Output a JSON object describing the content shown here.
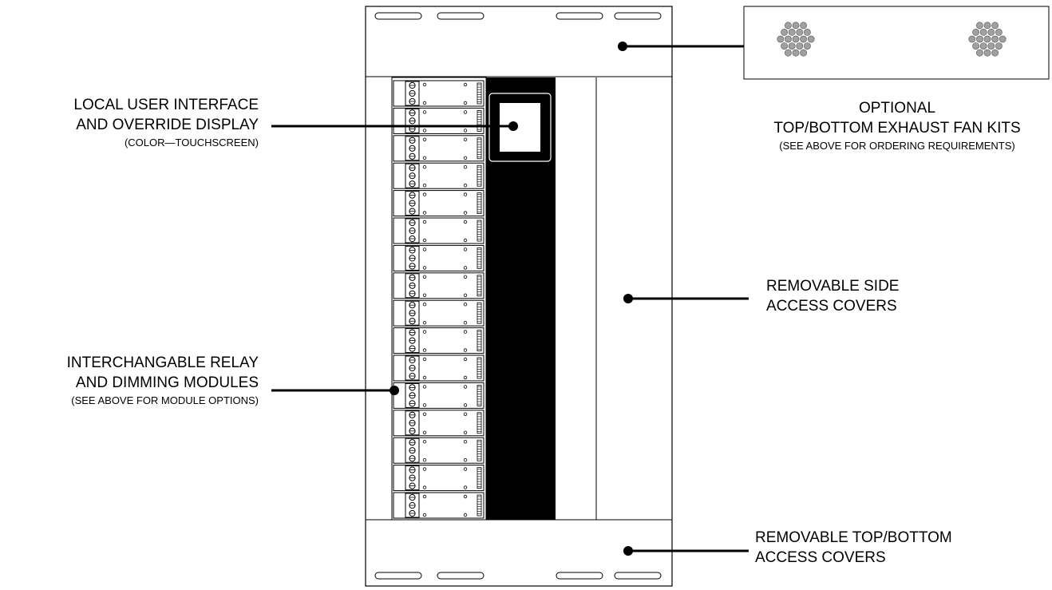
{
  "labels": {
    "local_ui": {
      "line1": "LOCAL USER INTERFACE",
      "line2": "AND OVERRIDE DISPLAY",
      "note": "(COLOR—TOUCHSCREEN)"
    },
    "modules": {
      "line1": "INTERCHANGABLE RELAY",
      "line2": "AND DIMMING MODULES",
      "note": "(SEE ABOVE FOR MODULE OPTIONS)"
    },
    "fan_kits": {
      "line1": "OPTIONAL",
      "line2": "TOP/BOTTOM EXHAUST FAN KITS",
      "note": "(SEE ABOVE FOR ORDERING REQUIREMENTS)"
    },
    "side_covers": {
      "line1": "REMOVABLE SIDE",
      "line2": "ACCESS COVERS"
    },
    "top_bottom_covers": {
      "line1": "REMOVABLE TOP/BOTTOM",
      "line2": "ACCESS COVERS"
    }
  },
  "module_count": 16,
  "colors": {
    "line": "#000000",
    "fan_dot": "#a0a0a0",
    "panel": "#ffffff"
  }
}
